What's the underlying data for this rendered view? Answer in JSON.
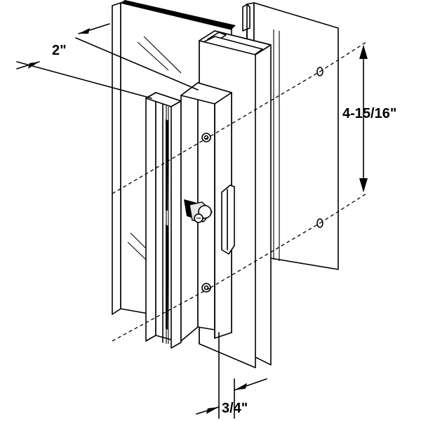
{
  "colors": {
    "ink": "#000000",
    "background": "#ffffff",
    "shade": "#e6e6e6"
  },
  "dimensions": {
    "handle_offset": "2\"",
    "hole_spacing": "4-15/16\"",
    "thickness": "3/4\""
  },
  "icons": [
    "screw-hole-icon",
    "thumb-latch-icon"
  ]
}
